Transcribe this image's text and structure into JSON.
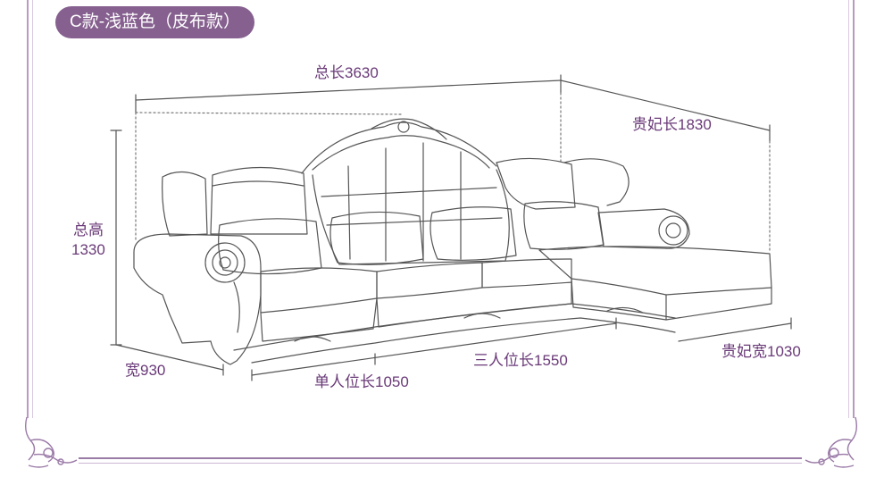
{
  "title": "C款-浅蓝色（皮布款）",
  "dimensions": {
    "total_length": "总长3630",
    "chaise_length": "贵妃长1830",
    "total_height_label": "总高",
    "total_height_value": "1330",
    "width": "宽930",
    "single_seat_length": "单人位长1050",
    "three_seat_length": "三人位长1550",
    "chaise_width": "贵妃宽1030"
  },
  "colors": {
    "accent": "#86608f",
    "label_text": "#6a3a78",
    "line": "#555555",
    "frame": "#b89bc4"
  },
  "icons": [
    "floral-corner-ornament-left",
    "floral-corner-ornament-right"
  ]
}
